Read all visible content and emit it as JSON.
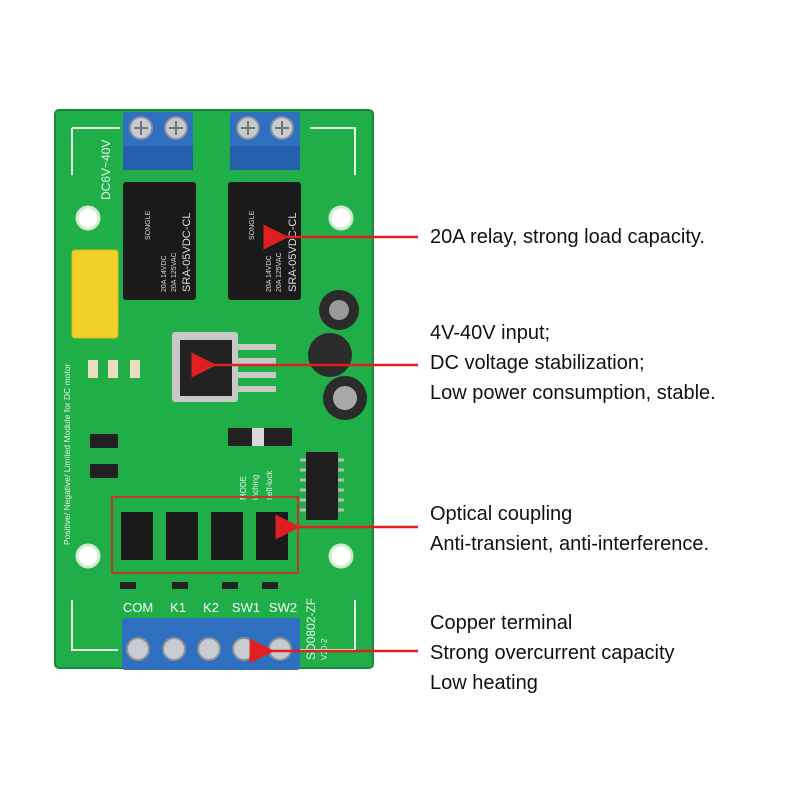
{
  "board": {
    "input_label": "DC6V~40V",
    "side_label": "Positive/ Negative/ Limited Module for DC motor",
    "model_label": "SD0802-ZF",
    "version_label": "V20-2",
    "relay_model": "SRA-05VDC-CL",
    "relay_brand": "SONGLE",
    "relay_spec_1": "20A 14VDC",
    "relay_spec_2": "20A 125VAC",
    "jumper_mode": "MODE",
    "jumper_inching": "inching",
    "jumper_selflock": "self-lock",
    "terminal_pins": [
      "COM",
      "K1",
      "K2",
      "SW1",
      "SW2"
    ],
    "colors": {
      "pcb": "#1fae48",
      "terminal": "#2f6fc0",
      "relay": "#1a1a1a",
      "callout_line": "#e02020",
      "highlight_box": "#c0392b",
      "capacitor": "#2b2b2b",
      "yellow_cap": "#f2d22a"
    }
  },
  "callouts": {
    "relay": {
      "lines": [
        "20A relay, strong load capacity."
      ]
    },
    "input": {
      "lines": [
        "4V-40V input;",
        "DC voltage stabilization;",
        "Low power consumption, stable."
      ]
    },
    "optical": {
      "lines": [
        "Optical coupling",
        "Anti-transient, anti-interference."
      ]
    },
    "terminal": {
      "lines": [
        "Copper terminal",
        "Strong overcurrent capacity",
        "Low heating"
      ]
    }
  }
}
